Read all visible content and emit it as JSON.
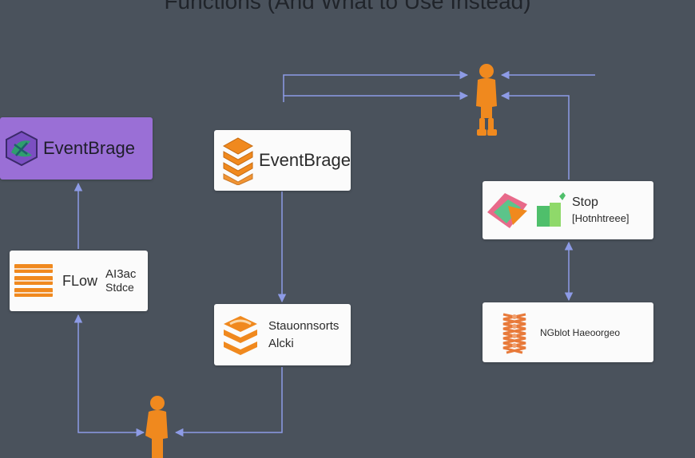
{
  "title": "Functions (And What to Use Instead)",
  "nodes": {
    "eventbridge_purple": {
      "label": "EventBrage"
    },
    "eventbridge_white": {
      "label": "EventBrage"
    },
    "flow": {
      "label": "FLow",
      "sublabel_1": "AI3ac",
      "sublabel_2": "Stdce"
    },
    "step_functions": {
      "label_1": "Stauonnsorts",
      "label_2": "Alcki"
    },
    "stop": {
      "label_1": "Stop",
      "label_2": "[Hotnhtreee]"
    },
    "ngbot": {
      "label": "NGblot Haeoorgeo"
    }
  },
  "icons": {
    "eventbridge_purple": "eventbridge-icon",
    "eventbridge_white": "stack-icon",
    "flow": "stack-icon",
    "step_functions": "layers-icon",
    "stop": "shapes-icon",
    "ngbot": "mesh-icon",
    "user_top": "person-icon",
    "user_bottom": "person-icon"
  },
  "colors": {
    "background": "#4a525c",
    "edge": "#8d9be6",
    "orange": "#f0891e",
    "purple_node": "#9a6fd6",
    "node": "#fbfbfb"
  }
}
